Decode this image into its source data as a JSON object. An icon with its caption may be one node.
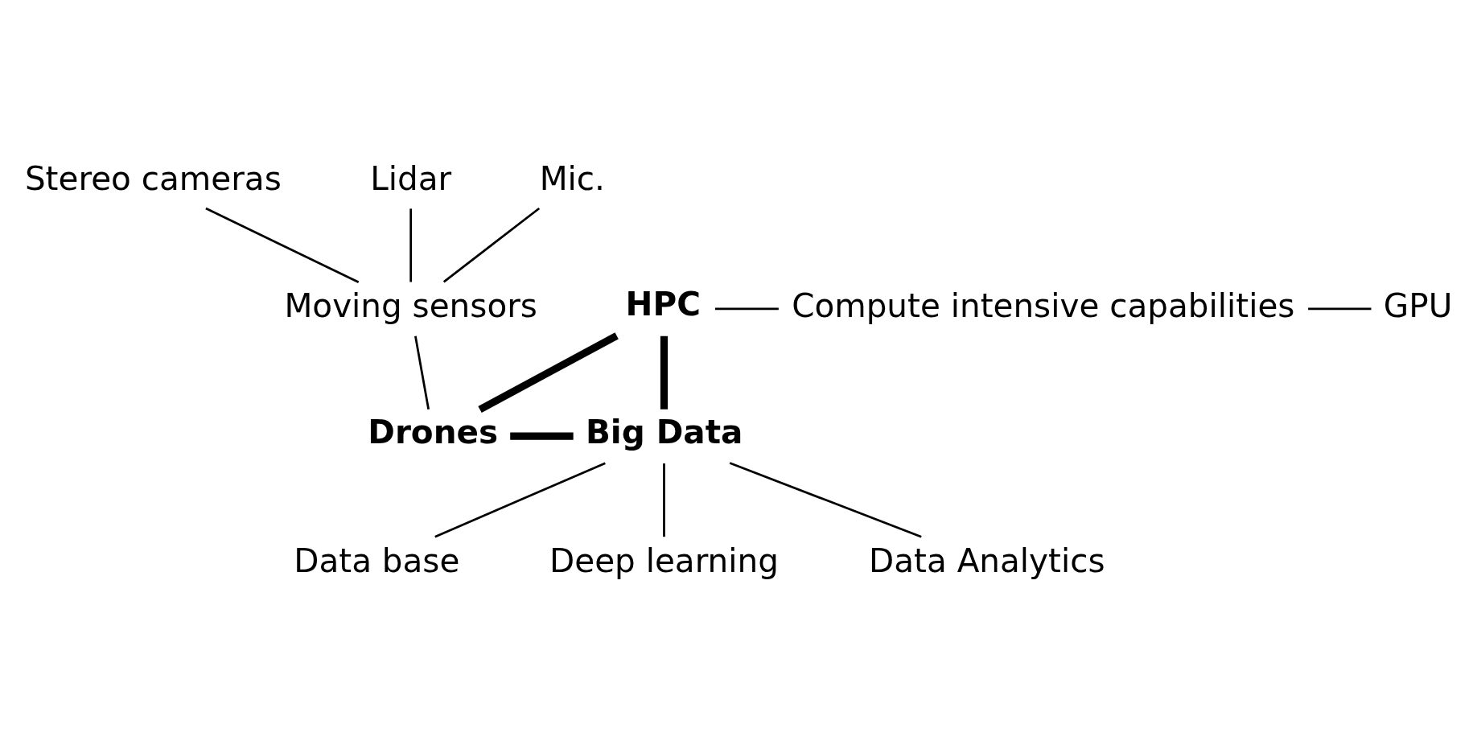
{
  "diagram": {
    "nodes": [
      {
        "text": [
          "HPC"
        ]
      },
      {
        "text": [
          "Compute intensive capabilities"
        ]
      },
      {
        "text": [
          "GPU"
        ]
      },
      {
        "text": [
          "Stereo cameras"
        ]
      },
      {
        "text": [
          "Lidar"
        ]
      },
      {
        "text": [
          "Mic."
        ]
      },
      {
        "text": [
          "Moving sensors"
        ]
      },
      {
        "text": [
          "Drones"
        ]
      },
      {
        "text": [
          "Big Data"
        ]
      },
      {
        "text": [
          "Data base"
        ]
      },
      {
        "text": [
          "Deep learning"
        ]
      },
      {
        "text": [
          "Data Analytics"
        ]
      }
    ],
    "edges": [
      {
        "from": 0,
        "to": 7,
        "arrow": "none",
        "style": "thick"
      },
      {
        "from": 0,
        "to": 8,
        "arrow": "none",
        "style": "thick"
      },
      {
        "from": 7,
        "to": 8,
        "arrow": "none",
        "style": "thick"
      },
      {
        "from": 0,
        "to": 1,
        "arrow": "none"
      },
      {
        "from": 1,
        "to": 2,
        "arrow": "none"
      },
      {
        "from": 3,
        "to": 6,
        "arrow": "none"
      },
      {
        "from": 4,
        "to": 6,
        "arrow": "none"
      },
      {
        "from": 5,
        "to": 6,
        "arrow": "none"
      },
      {
        "from": 6,
        "to": 7,
        "arrow": "none"
      },
      {
        "from": 8,
        "to": 9,
        "arrow": "none"
      },
      {
        "from": 8,
        "to": 10,
        "arrow": "none"
      },
      {
        "from": 8,
        "to": 11,
        "arrow": "none"
      }
    ]
  }
}
